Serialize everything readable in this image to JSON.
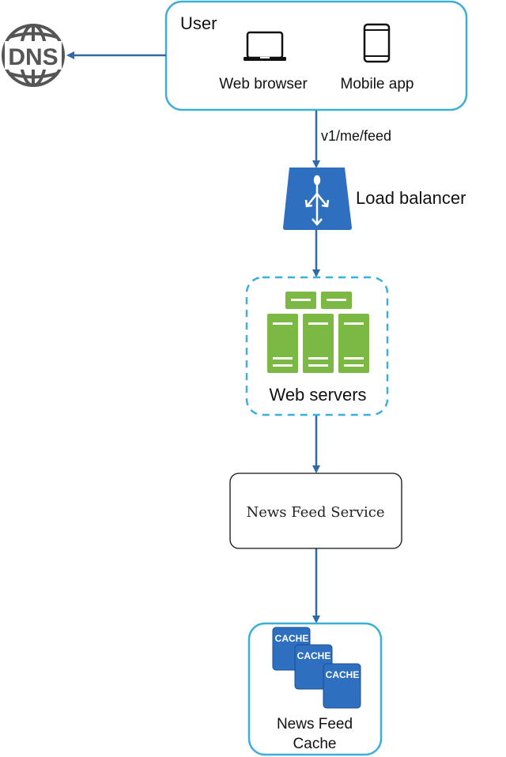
{
  "colors": {
    "edge": "#2f6aa8",
    "box_border": "#3bafd9",
    "lb": "#2f6fbf",
    "server": "#7cb944",
    "cache": "#2f6fbf",
    "dns": "#555555"
  },
  "dns": {
    "label": "DNS",
    "icon": "globe-icon"
  },
  "user": {
    "title": "User",
    "web_browser": "Web browser",
    "mobile_app": "Mobile app"
  },
  "edges": {
    "user_to_lb": "v1/me/feed"
  },
  "load_balancer": {
    "label": "Load balancer"
  },
  "web_servers": {
    "label": "Web servers"
  },
  "news_feed_service": {
    "label": "News Feed Service"
  },
  "news_feed_cache": {
    "label_line1": "News Feed",
    "label_line2": "Cache",
    "cache_tag": "CACHE"
  }
}
